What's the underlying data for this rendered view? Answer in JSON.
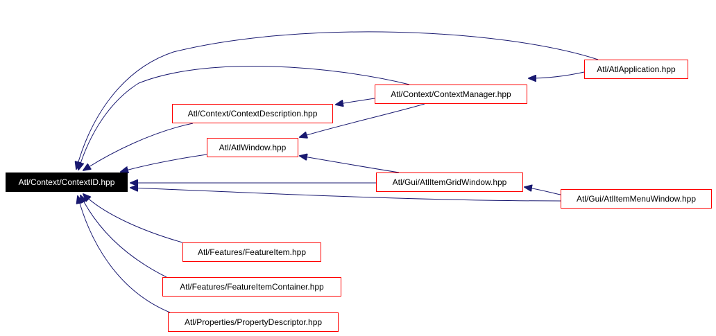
{
  "colors": {
    "background": "#ffffff",
    "node_border": "#ff0000",
    "root_fill": "#000000",
    "root_text": "#ffffff",
    "node_text": "#000000",
    "edge": "#191970"
  },
  "root": {
    "id": "contextid",
    "label": "Atl/Context/ContextID.hpp"
  },
  "nodes": [
    {
      "id": "application",
      "label": "Atl/AtlApplication.hpp"
    },
    {
      "id": "contextmanager",
      "label": "Atl/Context/ContextManager.hpp"
    },
    {
      "id": "contextdescription",
      "label": "Atl/Context/ContextDescription.hpp"
    },
    {
      "id": "atlwindow",
      "label": "Atl/AtlWindow.hpp"
    },
    {
      "id": "itemgridwindow",
      "label": "Atl/Gui/AtlItemGridWindow.hpp"
    },
    {
      "id": "itemmenuwindow",
      "label": "Atl/Gui/AtlItemMenuWindow.hpp"
    },
    {
      "id": "featureitem",
      "label": "Atl/Features/FeatureItem.hpp"
    },
    {
      "id": "featureitemcontainer",
      "label": "Atl/Features/FeatureItemContainer.hpp"
    },
    {
      "id": "propertydescriptor",
      "label": "Atl/Properties/PropertyDescriptor.hpp"
    }
  ],
  "edges": [
    {
      "from": "application",
      "to": "contextid"
    },
    {
      "from": "application",
      "to": "contextmanager"
    },
    {
      "from": "contextmanager",
      "to": "contextid"
    },
    {
      "from": "contextmanager",
      "to": "contextdescription"
    },
    {
      "from": "contextmanager",
      "to": "atlwindow"
    },
    {
      "from": "contextdescription",
      "to": "contextid"
    },
    {
      "from": "atlwindow",
      "to": "contextid"
    },
    {
      "from": "itemgridwindow",
      "to": "contextid"
    },
    {
      "from": "itemgridwindow",
      "to": "atlwindow"
    },
    {
      "from": "itemmenuwindow",
      "to": "contextid"
    },
    {
      "from": "itemmenuwindow",
      "to": "itemgridwindow"
    },
    {
      "from": "featureitem",
      "to": "contextid"
    },
    {
      "from": "featureitemcontainer",
      "to": "contextid"
    },
    {
      "from": "propertydescriptor",
      "to": "contextid"
    }
  ]
}
